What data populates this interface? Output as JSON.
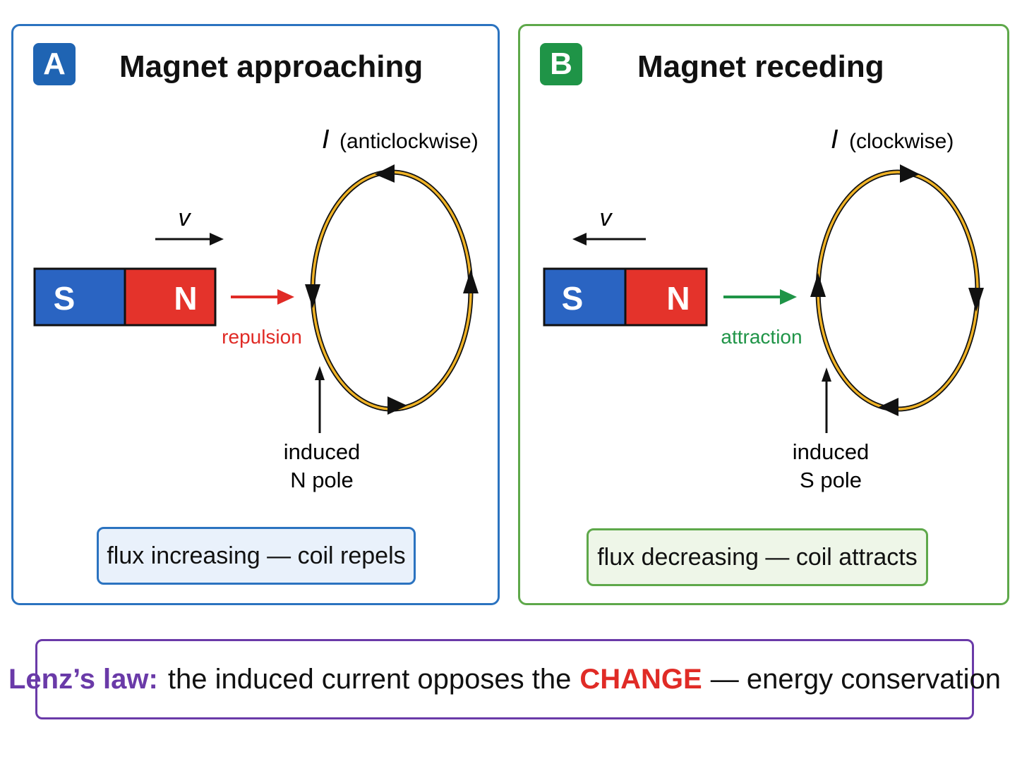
{
  "panels": [
    {
      "badge": "A",
      "title": "Magnet approaching",
      "current_symbol": "I",
      "current_label": "(anticlockwise)",
      "velocity_label": "v",
      "velocity_direction": "right",
      "magnet": {
        "left_pole": "S",
        "right_pole": "N"
      },
      "force_label": "repulsion",
      "force_direction": "right",
      "induced_pole": [
        "induced",
        "N pole"
      ],
      "summary": "flux increasing — coil repels"
    },
    {
      "badge": "B",
      "title": "Magnet receding",
      "current_symbol": "I",
      "current_label": "(clockwise)",
      "velocity_label": "v",
      "velocity_direction": "left",
      "magnet": {
        "left_pole": "S",
        "right_pole": "N"
      },
      "force_label": "attraction",
      "force_direction": "right",
      "induced_pole": [
        "induced",
        "S pole"
      ],
      "summary": "flux decreasing — coil attracts"
    }
  ],
  "lenz": {
    "label": "Lenz’s law:",
    "text_before": "the induced current opposes the",
    "highlight": "CHANGE",
    "text_after": "— energy conservation"
  },
  "colors": {
    "panel_a_border": "#2b73c0",
    "panel_b_border": "#5ea84a",
    "badge_a": "#1f64b3",
    "badge_b": "#1f9447",
    "magnet_south": "#2a64c2",
    "magnet_north": "#e4332b",
    "coil": "#f0b326",
    "repulsion": "#e02b26",
    "attraction": "#1f9447",
    "lenz_label": "#6a3aa8"
  }
}
